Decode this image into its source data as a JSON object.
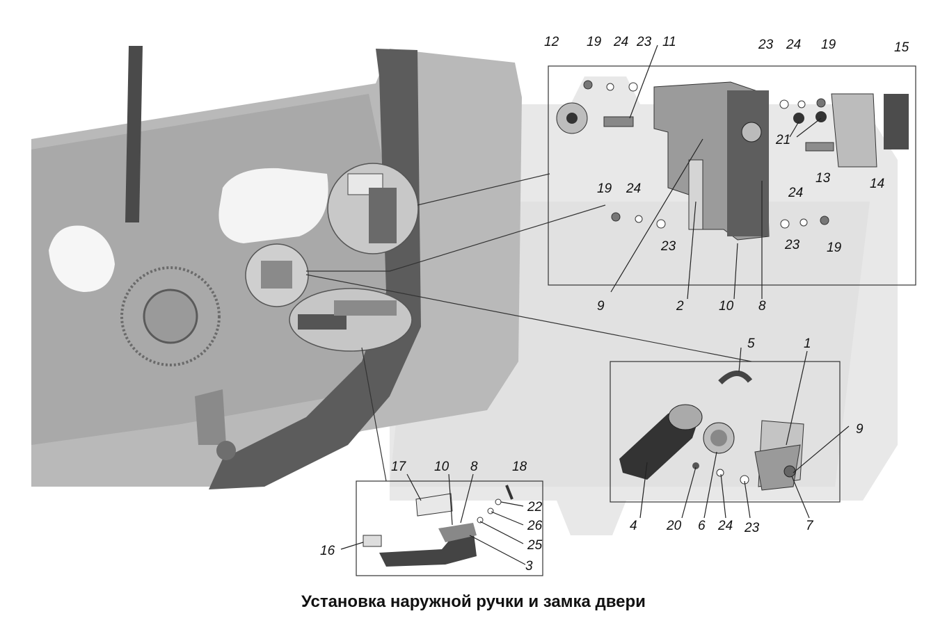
{
  "caption": "Установка наружной ручки и замка двери",
  "callouts": {
    "lock": {
      "c12": "12",
      "c19a": "19",
      "c24a": "24",
      "c23a": "23",
      "c11": "11",
      "c23b": "23",
      "c24b": "24",
      "c19b": "19",
      "c15": "15",
      "c21": "21",
      "c13": "13",
      "c14": "14",
      "c19c": "19",
      "c24c": "24",
      "c23c": "23",
      "c24d": "24",
      "c23d": "23",
      "c19d": "19",
      "c9": "9",
      "c2": "2",
      "c10": "10",
      "c8": "8"
    },
    "inner_handle": {
      "c5": "5",
      "c1": "1",
      "c9": "9",
      "c4": "4",
      "c20": "20",
      "c6": "6",
      "c24": "24",
      "c23": "23",
      "c7": "7"
    },
    "outer_handle": {
      "c17": "17",
      "c10": "10",
      "c8": "8",
      "c18": "18",
      "c22": "22",
      "c26": "26",
      "c25": "25",
      "c16": "16",
      "c3": "3"
    }
  }
}
